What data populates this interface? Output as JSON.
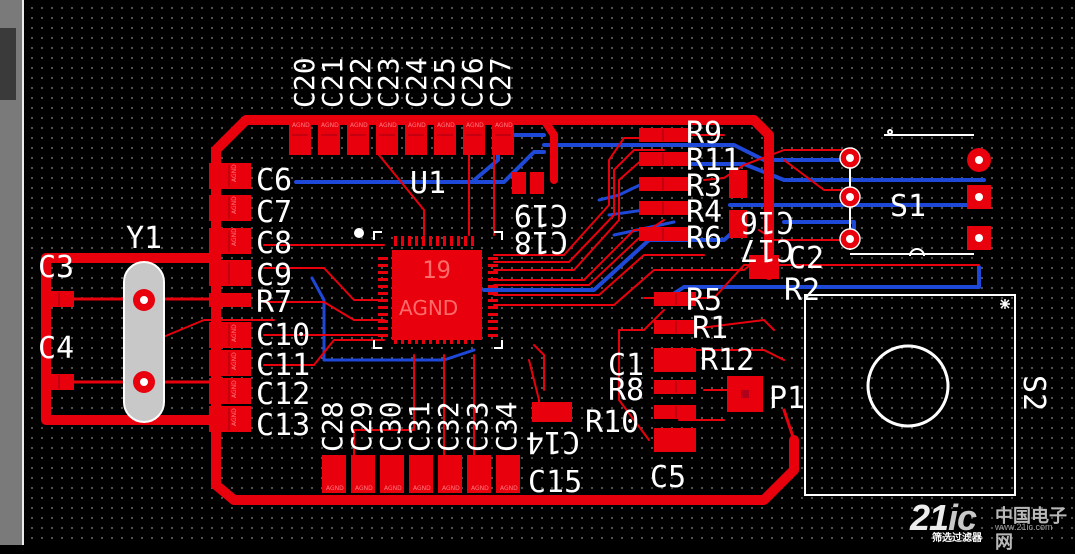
{
  "colors": {
    "top_copper": "#e8000c",
    "bottom_copper": "#1e48d8",
    "silkscreen": "#ffffff",
    "pad_tint": "#c80010",
    "canvas": "#000000"
  },
  "designators": {
    "Y1": "Y1",
    "C3": "C3",
    "C4": "C4",
    "C6": "C6",
    "C7": "C7",
    "C8": "C8",
    "C9": "C9",
    "R7": "R7",
    "C10": "C10",
    "C11": "C11",
    "C12": "C12",
    "C13": "C13",
    "U1": "U1",
    "C18": "C18",
    "C19": "C19",
    "R9": "R9",
    "R11": "R11",
    "R3": "R3",
    "R4": "R4",
    "R6": "R6",
    "C16": "C16",
    "C17": "C17",
    "C2": "C2",
    "R2": "R2",
    "R5": "R5",
    "R1": "R1",
    "C1": "C1",
    "R12": "R12",
    "R8": "R8",
    "P1": "P1",
    "R10": "R10",
    "C14": "C14",
    "C15": "C15",
    "C5": "C5",
    "S1": "S1",
    "S2": "S2",
    "C20": "C20",
    "C21": "C21",
    "C22": "C22",
    "C23": "C23",
    "C24": "C24",
    "C25": "C25",
    "C26": "C26",
    "C27": "C27",
    "C28": "C28",
    "C29": "C29",
    "C30": "C30",
    "C31": "C31",
    "C32": "C32",
    "C33": "C33",
    "C34": "C34"
  },
  "ic_pad_label": "19",
  "net_label": "AGND",
  "watermark": {
    "logo_main": "21",
    "logo_ic": "ic",
    "cn_text": "中国电子网",
    "url": "www.21ic.com"
  },
  "status_text": "筛选过滤器"
}
